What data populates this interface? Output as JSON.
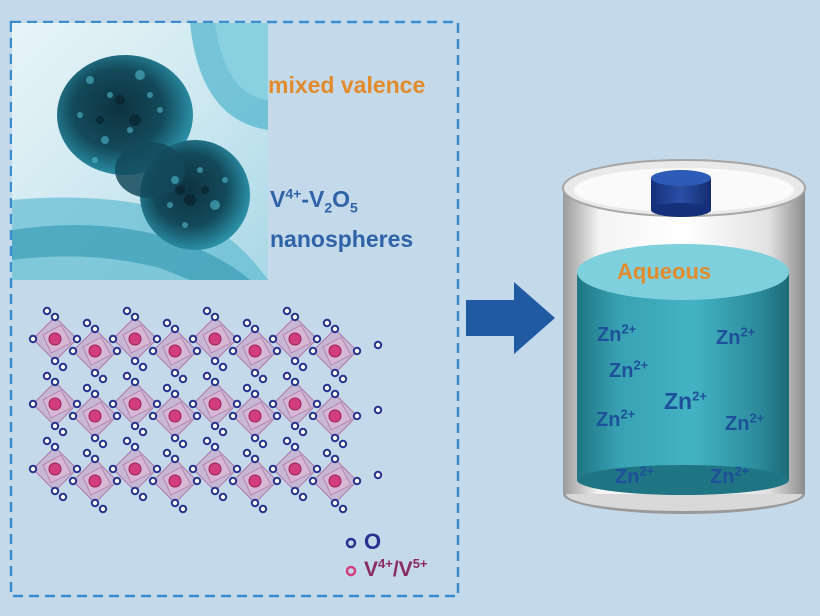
{
  "labels": {
    "mixed_valence": "mixed valence",
    "v4_prefix": "V",
    "v4_charge": "4+",
    "v4_mid": "-V",
    "v2_sub": "2",
    "v_o": "O",
    "o5_sub": "5",
    "nanospheres": "nanospheres",
    "aqueous": "Aqueous",
    "legend_o": "O",
    "legend_v_a": "V",
    "legend_v_a_charge": "4+",
    "legend_slash": "/V",
    "legend_v_b_charge": "5+"
  },
  "ions": [
    {
      "base": "Zn",
      "charge": "2+"
    },
    {
      "base": "Zn",
      "charge": "2+"
    },
    {
      "base": "Zn",
      "charge": "2+"
    },
    {
      "base": "Zn",
      "charge": "2+"
    },
    {
      "base": "Zn",
      "charge": "2+"
    },
    {
      "base": "Zn",
      "charge": "2+"
    },
    {
      "base": "Zn",
      "charge": "2+"
    },
    {
      "base": "Zn",
      "charge": "2+"
    }
  ],
  "colors": {
    "background": "#c4d9ea",
    "dashed_border": "#3a8ccd",
    "arrow": "#1f5aa3",
    "electrolyte": "#2a8fa0",
    "electrolyte_top": "#7fd0dd",
    "cap": "#1a3a8c",
    "oxygen": "#27318f",
    "vanadium": "#d23d7e",
    "octahedron": "#c98fbd",
    "text_orange": "#e38b2c",
    "text_blue": "#2f63a8",
    "ion_text": "#1e4f9a"
  }
}
